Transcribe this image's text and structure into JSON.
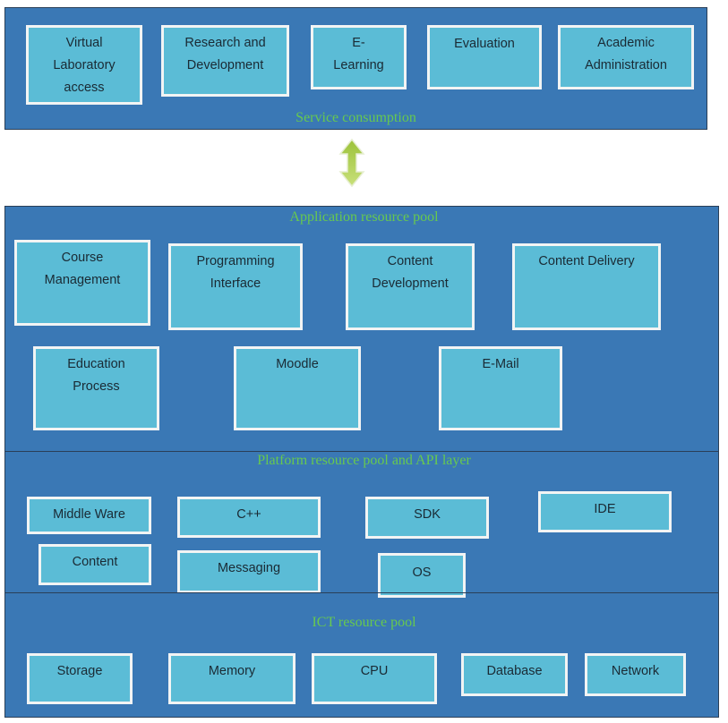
{
  "service": {
    "label": "Service consumption",
    "boxes": [
      "Virtual\nLaboratory\naccess",
      "Research and\nDevelopment",
      "E-\nLearning",
      "Evaluation",
      "Academic\nAdministration"
    ]
  },
  "application": {
    "label": "Application resource pool",
    "boxes": [
      "Course\nManagement",
      "Programming\nInterface",
      "Content\nDevelopment",
      "Content  Delivery",
      "Education\nProcess",
      "Moodle",
      "E-Mail"
    ]
  },
  "platform": {
    "label": "Platform resource pool and API layer",
    "boxes": [
      "Middle Ware",
      "C++",
      "SDK",
      "IDE",
      "Content",
      "Messaging",
      "OS"
    ]
  },
  "ict": {
    "label": "ICT resource pool",
    "boxes": [
      "Storage",
      "Memory",
      "CPU",
      "Database",
      "Network"
    ]
  },
  "colors": {
    "panel": "#3a78b5",
    "box_fill": "#5bbcd6",
    "box_border": "#f2f4f4",
    "label_text": "#67c94f",
    "arrow": "#a3c93a"
  }
}
